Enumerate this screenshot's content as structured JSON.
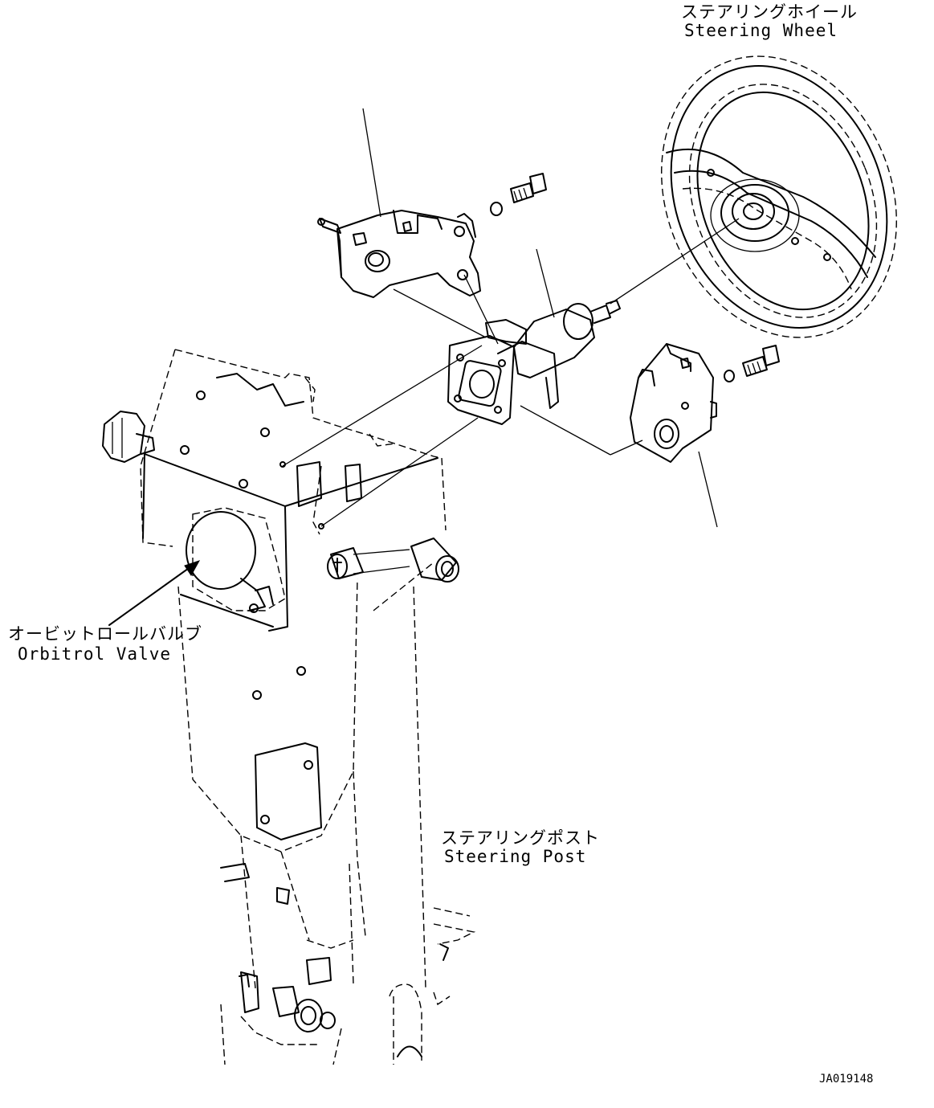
{
  "labels": {
    "steering_wheel_jp": "ステアリングホイール",
    "steering_wheel_en": "Steering Wheel",
    "orbitrol_valve_jp": "オービットロールバルブ",
    "orbitrol_valve_en": "Orbitrol Valve",
    "steering_post_jp": "ステアリングポスト",
    "steering_post_en": "Steering Post",
    "drawing_id": "JA019148"
  }
}
